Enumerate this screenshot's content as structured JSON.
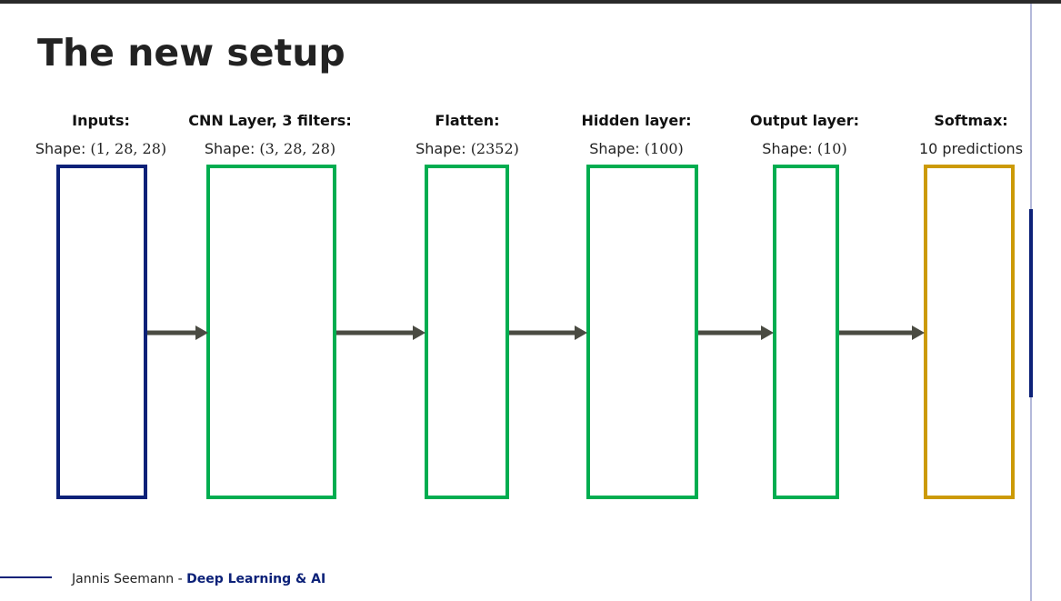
{
  "slide": {
    "title": "The new setup"
  },
  "layers": [
    {
      "heading": "Inputs:",
      "shape_prefix": "Shape: ",
      "shape_value": "(1, 28, 28)",
      "color": "#0c2178"
    },
    {
      "heading": "CNN Layer, 3 filters:",
      "shape_prefix": "Shape: ",
      "shape_value": "(3, 28, 28)",
      "color": "#00ad50"
    },
    {
      "heading": "Flatten:",
      "shape_prefix": "Shape: ",
      "shape_value": "(2352)",
      "color": "#00ad50"
    },
    {
      "heading": "Hidden layer:",
      "shape_prefix": "Shape: ",
      "shape_value": "(100)",
      "color": "#00ad50"
    },
    {
      "heading": "Output layer:",
      "shape_prefix": "Shape: ",
      "shape_value": "(10)",
      "color": "#00ad50"
    },
    {
      "heading": "Softmax:",
      "shape_prefix": "",
      "shape_value": "10 predictions",
      "color": "#cc9a06"
    }
  ],
  "arrow_color": "#4a4b42",
  "footer": {
    "author": "Jannis Seemann",
    "separator": " - ",
    "brand": "Deep Learning & AI"
  }
}
